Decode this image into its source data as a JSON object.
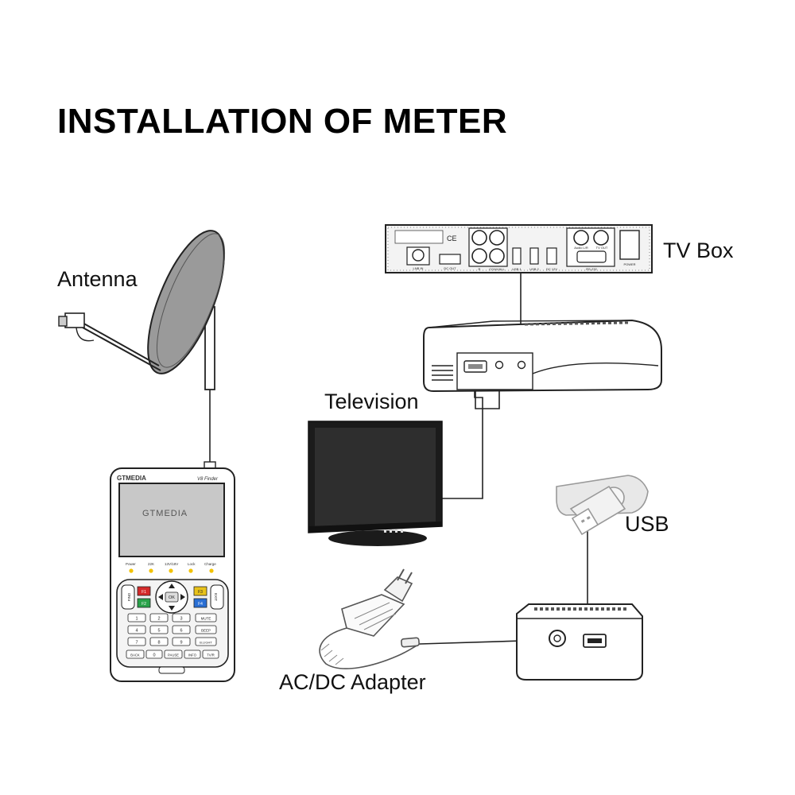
{
  "title": "INSTALLATION OF METER",
  "labels": {
    "antenna": "Antenna",
    "tv_box": "TV Box",
    "television": "Television",
    "usb": "USB",
    "adapter": "AC/DC Adapter"
  },
  "meter": {
    "brand": "GTMEDIA",
    "model": "V8 Finder",
    "screen_logo": "GTMEDIA",
    "indicators": [
      "Power",
      "22K",
      "13V/18V",
      "Lock",
      "Charge"
    ],
    "keys": {
      "f1": "F1",
      "f2": "F2",
      "f3": "F3",
      "f4": "F4",
      "ok": "OK",
      "find": "FIND",
      "exit": "EXIT",
      "k1": "1",
      "k2": "2",
      "k3": "3",
      "mute": "MUTE",
      "k4": "4",
      "k5": "5",
      "k6": "6",
      "beep": "BEEP",
      "k7": "7",
      "k8": "8",
      "k9": "9",
      "blight": "B.LIGHT",
      "back": "BACK",
      "k0": "0",
      "pause": "PAUSE",
      "info": "INFO",
      "tvr": "TV/R"
    }
  },
  "tv_box_panel": {
    "ports": [
      "LNB IN",
      "DC OUT",
      "R",
      "COAX/ALL",
      "USB 1",
      "USB 2",
      "DC 12V",
      "Audio L/R",
      "TV OUT",
      "RS-232",
      "POWER"
    ]
  },
  "colors": {
    "f1": "#d42a2a",
    "f2": "#2aa24a",
    "f3": "#e8c21a",
    "f4": "#2a6fd4",
    "led": "#f2c200"
  }
}
